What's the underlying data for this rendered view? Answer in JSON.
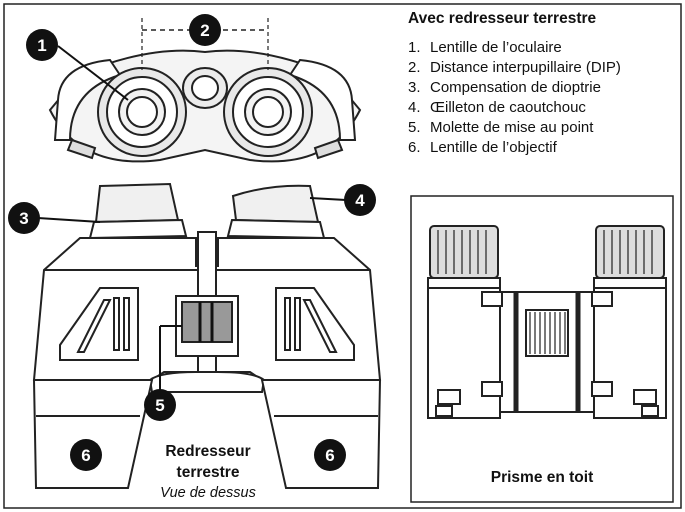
{
  "legend": {
    "title": "Avec redresseur terrestre",
    "items": [
      {
        "num": "1.",
        "label": "Lentille de l’oculaire"
      },
      {
        "num": "2.",
        "label": "Distance interpupillaire (DIP)"
      },
      {
        "num": "3.",
        "label": "Compensation de dioptrie"
      },
      {
        "num": "4.",
        "label": "Œilleton de caoutchouc"
      },
      {
        "num": "5.",
        "label": "Molette de mise au point"
      },
      {
        "num": "6.",
        "label": "Lentille de l’objectif"
      }
    ]
  },
  "callouts": {
    "c1": "1",
    "c2": "2",
    "c3": "3",
    "c4": "4",
    "c5": "5",
    "c6a": "6",
    "c6b": "6"
  },
  "captions": {
    "porro_line1": "Redresseur",
    "porro_line2": "terrestre",
    "porro_sub": "Vue de dessus",
    "roof": "Prisme en toit"
  }
}
